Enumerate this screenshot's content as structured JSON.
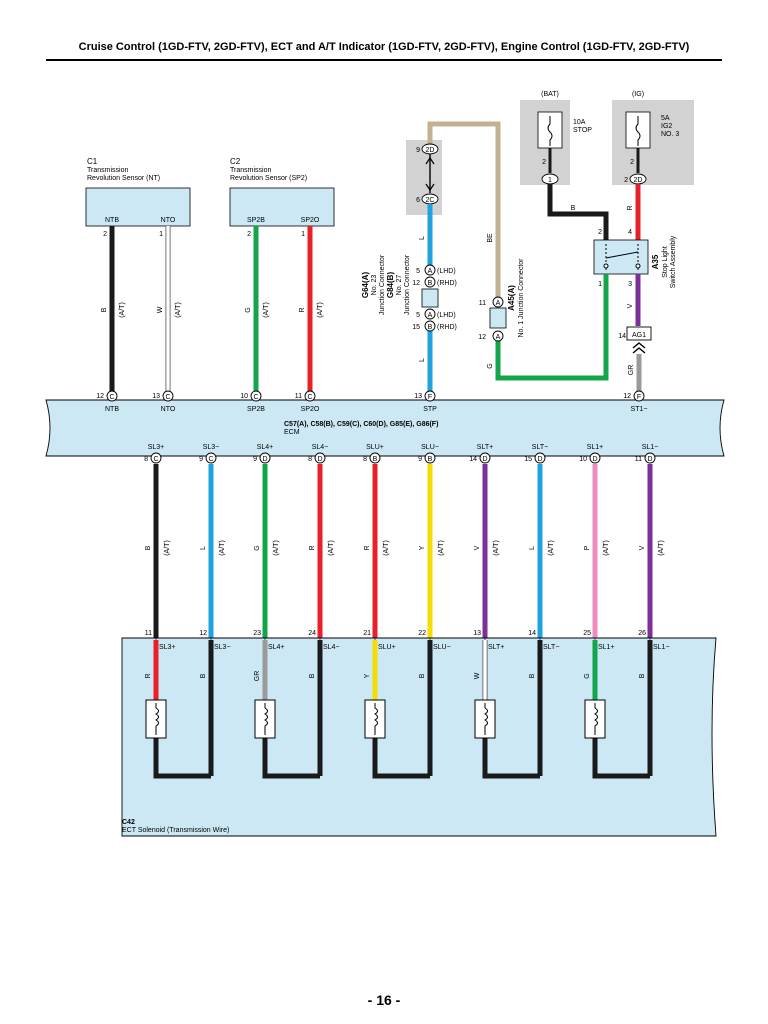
{
  "header": {
    "title": "Cruise Control (1GD-FTV, 2GD-FTV), ECT and A/T Indicator (1GD-FTV, 2GD-FTV), Engine Control (1GD-FTV, 2GD-FTV)"
  },
  "footer": {
    "page": "- 16 -"
  },
  "sensors": {
    "c1": {
      "code": "C1",
      "line1": "Transmission",
      "line2": "Revolution Sensor (NT)",
      "pin_a": "NTB",
      "pin_b": "NTO",
      "num_a": "2",
      "num_b": "1"
    },
    "c2": {
      "code": "C2",
      "line1": "Transmission",
      "line2": "Revolution Sensor (SP2)",
      "pin_a": "SP2B",
      "pin_b": "SP2O",
      "num_a": "2",
      "num_b": "1"
    }
  },
  "power": {
    "bat": {
      "label": "(BAT)",
      "fuse1": "10A",
      "fuse2": "STOP",
      "pin": "2",
      "connector_pin": "1"
    },
    "ig": {
      "label": "(IG)",
      "fuse1": "5A",
      "fuse2": "IG2",
      "fuse3": "NO. 3",
      "pin": "2",
      "connector_pin": "2",
      "connector_id": "2D"
    }
  },
  "junction_upper": {
    "top_pin": "9",
    "top_id": "2D",
    "bottom_pin": "6",
    "bottom_id": "2C"
  },
  "stop_switch": {
    "code": "A35",
    "line1": "Stop Light",
    "line2": "Switch Assembly",
    "pin_tl": "2",
    "pin_tr": "4",
    "pin_bl": "1",
    "pin_br": "3"
  },
  "junction_a45": {
    "code": "A45(A)",
    "name": "No. 1 Junction Connector",
    "pin_top": "11",
    "pin_bottom": "12",
    "id": "A"
  },
  "junction_g64": {
    "code1": "G64(A)",
    "name1a": "No. 23",
    "name1b": "Junction Connector",
    "code2": "G84(B)",
    "name2a": "No. 27",
    "name2b": "Junction Connector",
    "row1_pin": "5",
    "row1_id": "A",
    "row1_tag": "(LHD)",
    "row2_pin": "12",
    "row2_id": "B",
    "row2_tag": "(RHD)",
    "row3_pin": "5",
    "row3_id": "A",
    "row3_tag": "(LHD)",
    "row4_pin": "15",
    "row4_id": "B",
    "row4_tag": "(RHD)"
  },
  "ag1": {
    "pin": "14",
    "id": "AG1"
  },
  "wire_labels": {
    "ntb": "B",
    "nto": "W",
    "sp2b": "G",
    "sp2o": "R",
    "at": "(A/T)",
    "stp": "L",
    "stp_lower": "L",
    "be": "BE",
    "g": "G",
    "r": "R",
    "v": "V",
    "gr": "GR",
    "b": "B"
  },
  "ecm": {
    "title": "C57(A), C58(B), C59(C), C60(D), G85(E), G86(F)",
    "name": "ECM",
    "top_pins": [
      {
        "num": "12",
        "id": "C",
        "name": "NTB"
      },
      {
        "num": "13",
        "id": "C",
        "name": "NTO"
      },
      {
        "num": "10",
        "id": "C",
        "name": "SP2B"
      },
      {
        "num": "11",
        "id": "C",
        "name": "SP2O"
      },
      {
        "num": "13",
        "id": "F",
        "name": "STP"
      },
      {
        "num": "12",
        "id": "F",
        "name": "ST1−"
      }
    ],
    "bottom_pins": [
      {
        "num": "8",
        "id": "C",
        "name": "SL3+"
      },
      {
        "num": "9",
        "id": "C",
        "name": "SL3−"
      },
      {
        "num": "9",
        "id": "D",
        "name": "SL4+"
      },
      {
        "num": "8",
        "id": "D",
        "name": "SL4−"
      },
      {
        "num": "8",
        "id": "B",
        "name": "SLU+"
      },
      {
        "num": "9",
        "id": "B",
        "name": "SLU−"
      },
      {
        "num": "14",
        "id": "D",
        "name": "SLT+"
      },
      {
        "num": "15",
        "id": "D",
        "name": "SLT−"
      },
      {
        "num": "10",
        "id": "D",
        "name": "SL1+"
      },
      {
        "num": "11",
        "id": "D",
        "name": "SL1−"
      }
    ]
  },
  "harness": [
    {
      "color": "B",
      "hex": "#1a1a1a",
      "tag": "(A/T)"
    },
    {
      "color": "L",
      "hex": "#1fa2e0",
      "tag": "(A/T)"
    },
    {
      "color": "G",
      "hex": "#13a54a",
      "tag": "(A/T)"
    },
    {
      "color": "R",
      "hex": "#e8202a",
      "tag": "(A/T)"
    },
    {
      "color": "R",
      "hex": "#e8202a",
      "tag": "(A/T)"
    },
    {
      "color": "Y",
      "hex": "#f4dd00",
      "tag": "(A/T)"
    },
    {
      "color": "V",
      "hex": "#7b2f98",
      "tag": "(A/T)"
    },
    {
      "color": "L",
      "hex": "#1fa2e0",
      "tag": "(A/T)"
    },
    {
      "color": "P",
      "hex": "#ef8cbf",
      "tag": "(A/T)"
    },
    {
      "color": "V",
      "hex": "#7b2f98",
      "tag": "(A/T)"
    }
  ],
  "solenoid_block": {
    "code": "C42",
    "name": "ECT Solenoid (Transmission Wire)",
    "pins": [
      {
        "num": "11",
        "name": "SL3+"
      },
      {
        "num": "12",
        "name": "SL3−"
      },
      {
        "num": "23",
        "name": "SL4+"
      },
      {
        "num": "24",
        "name": "SL4−"
      },
      {
        "num": "21",
        "name": "SLU+"
      },
      {
        "num": "22",
        "name": "SLU−"
      },
      {
        "num": "13",
        "name": "SLT+"
      },
      {
        "num": "14",
        "name": "SLT−"
      },
      {
        "num": "25",
        "name": "SL1+"
      },
      {
        "num": "26",
        "name": "SL1−"
      }
    ],
    "inner_wires": [
      {
        "color": "R",
        "hex": "#e8202a"
      },
      {
        "color": "B",
        "hex": "#1a1a1a"
      },
      {
        "color": "GR",
        "hex": "#9a9a9a"
      },
      {
        "color": "B",
        "hex": "#1a1a1a"
      },
      {
        "color": "Y",
        "hex": "#f4dd00"
      },
      {
        "color": "B",
        "hex": "#1a1a1a"
      },
      {
        "color": "W",
        "hex": "#ffffff"
      },
      {
        "color": "B",
        "hex": "#1a1a1a"
      },
      {
        "color": "G",
        "hex": "#13a54a"
      },
      {
        "color": "B",
        "hex": "#1a1a1a"
      }
    ]
  },
  "colors": {
    "panel": "#cbe8f4",
    "gray_block": "#d2d2d2",
    "beige": "#c3b091",
    "black": "#1a1a1a"
  }
}
